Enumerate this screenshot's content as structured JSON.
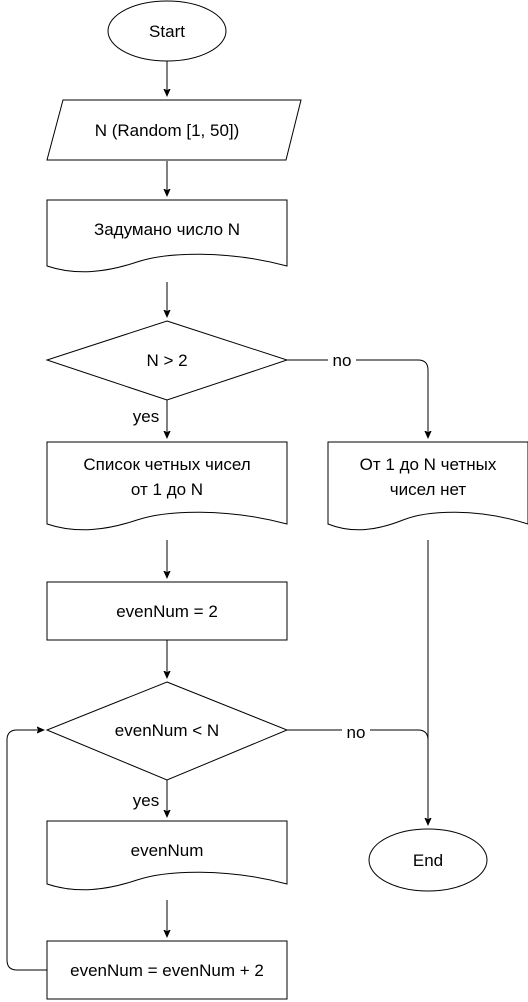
{
  "nodes": {
    "start": {
      "text": "Start"
    },
    "input": {
      "text": "N (Random [1, 50])"
    },
    "doc_number": {
      "text": "Задумано число N"
    },
    "cond_n": {
      "text": "N > 2"
    },
    "doc_list": {
      "text": [
        "Список четных чисел",
        "от 1 до N"
      ]
    },
    "doc_none": {
      "text": [
        "От 1 до N четных",
        "чисел нет"
      ]
    },
    "init": {
      "text": "evenNum = 2"
    },
    "cond_loop": {
      "text": "evenNum < N"
    },
    "doc_out": {
      "text": "evenNum"
    },
    "step": {
      "text": "evenNum = evenNum + 2"
    },
    "end": {
      "text": "End"
    }
  },
  "edges": {
    "yes_label": "yes",
    "no_label": "no"
  }
}
